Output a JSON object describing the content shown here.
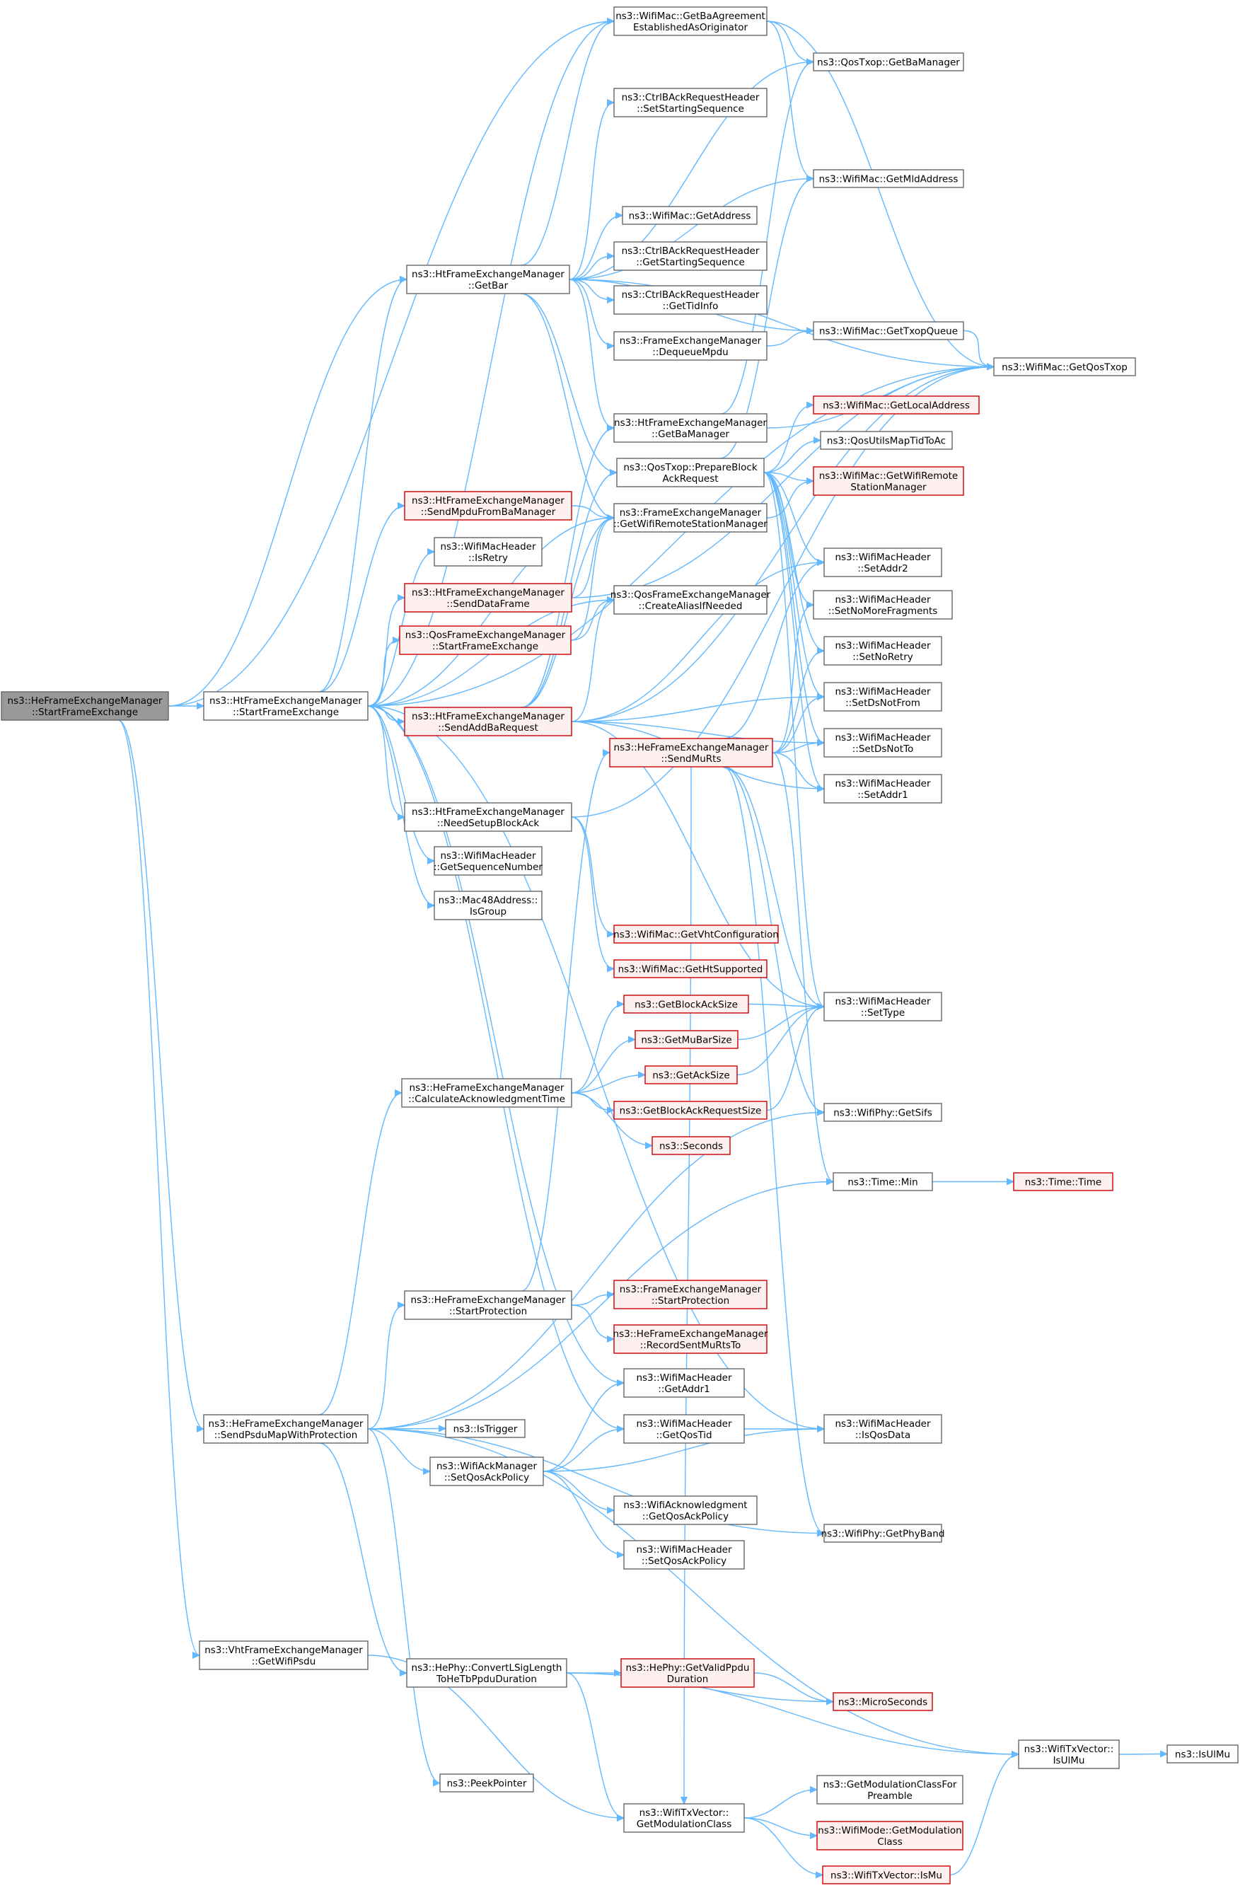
{
  "diagram": {
    "nodes": [
      {
        "id": "n0",
        "lines": [
          "ns3::HeFrameExchangeManager",
          "::StartFrameExchange"
        ],
        "style": "root"
      },
      {
        "id": "n1",
        "lines": [
          "ns3::HtFrameExchangeManager",
          "::StartFrameExchange"
        ],
        "style": "plain"
      },
      {
        "id": "n2",
        "lines": [
          "ns3::HeFrameExchangeManager",
          "::SendPsduMapWithProtection"
        ],
        "style": "plain"
      },
      {
        "id": "n3",
        "lines": [
          "ns3::VhtFrameExchangeManager",
          "::GetWifiPsdu"
        ],
        "style": "plain"
      },
      {
        "id": "n4",
        "lines": [
          "ns3::WifiMac::GetBaAgreement",
          "EstablishedAsOriginator"
        ],
        "style": "plain"
      },
      {
        "id": "n5",
        "lines": [
          "ns3::HtFrameExchangeManager",
          "::GetBar"
        ],
        "style": "plain"
      },
      {
        "id": "n6",
        "lines": [
          "ns3::HtFrameExchangeManager",
          "::SendMpduFromBaManager"
        ],
        "style": "red"
      },
      {
        "id": "n7",
        "lines": [
          "ns3::WifiMacHeader",
          "::IsRetry"
        ],
        "style": "plain"
      },
      {
        "id": "n8",
        "lines": [
          "ns3::HtFrameExchangeManager",
          "::SendDataFrame"
        ],
        "style": "red"
      },
      {
        "id": "n9",
        "lines": [
          "ns3::QosFrameExchangeManager",
          "::StartFrameExchange"
        ],
        "style": "red"
      },
      {
        "id": "n10",
        "lines": [
          "ns3::HtFrameExchangeManager",
          "::SendAddBaRequest"
        ],
        "style": "red"
      },
      {
        "id": "n11",
        "lines": [
          "ns3::HtFrameExchangeManager",
          "::NeedSetupBlockAck"
        ],
        "style": "plain"
      },
      {
        "id": "n12",
        "lines": [
          "ns3::WifiMacHeader",
          "::GetSequenceNumber"
        ],
        "style": "plain"
      },
      {
        "id": "n13",
        "lines": [
          "ns3::Mac48Address::",
          "IsGroup"
        ],
        "style": "plain"
      },
      {
        "id": "n14",
        "lines": [
          "ns3::CtrlBAckRequestHeader",
          "::SetStartingSequence"
        ],
        "style": "plain"
      },
      {
        "id": "n15",
        "lines": [
          "ns3::WifiMac::GetAddress"
        ],
        "style": "plain"
      },
      {
        "id": "n16",
        "lines": [
          "ns3::CtrlBAckRequestHeader",
          "::GetStartingSequence"
        ],
        "style": "plain"
      },
      {
        "id": "n17",
        "lines": [
          "ns3::CtrlBAckRequestHeader",
          "::GetTidInfo"
        ],
        "style": "plain"
      },
      {
        "id": "n18",
        "lines": [
          "ns3::FrameExchangeManager",
          "::DequeueMpdu"
        ],
        "style": "plain"
      },
      {
        "id": "n19",
        "lines": [
          "ns3::HtFrameExchangeManager",
          "::GetBaManager"
        ],
        "style": "plain"
      },
      {
        "id": "n20",
        "lines": [
          "ns3::QosTxop::PrepareBlock",
          "AckRequest"
        ],
        "style": "plain"
      },
      {
        "id": "n21",
        "lines": [
          "ns3::FrameExchangeManager",
          "::GetWifiRemoteStationManager"
        ],
        "style": "plain"
      },
      {
        "id": "n22",
        "lines": [
          "ns3::QosFrameExchangeManager",
          "::CreateAliasIfNeeded"
        ],
        "style": "plain"
      },
      {
        "id": "n23",
        "lines": [
          "ns3::HeFrameExchangeManager",
          "::SendMuRts"
        ],
        "style": "red"
      },
      {
        "id": "n24",
        "lines": [
          "ns3::WifiMac::GetVhtConfiguration"
        ],
        "style": "red"
      },
      {
        "id": "n25",
        "lines": [
          "ns3::WifiMac::GetHtSupported"
        ],
        "style": "red"
      },
      {
        "id": "n26",
        "lines": [
          "ns3::HeFrameExchangeManager",
          "::CalculateAcknowledgmentTime"
        ],
        "style": "plain"
      },
      {
        "id": "n27",
        "lines": [
          "ns3::GetBlockAckSize"
        ],
        "style": "red"
      },
      {
        "id": "n28",
        "lines": [
          "ns3::GetMuBarSize"
        ],
        "style": "red"
      },
      {
        "id": "n29",
        "lines": [
          "ns3::GetAckSize"
        ],
        "style": "red"
      },
      {
        "id": "n30",
        "lines": [
          "ns3::GetBlockAckRequestSize"
        ],
        "style": "red"
      },
      {
        "id": "n31",
        "lines": [
          "ns3::Seconds"
        ],
        "style": "red"
      },
      {
        "id": "n32",
        "lines": [
          "ns3::HeFrameExchangeManager",
          "::StartProtection"
        ],
        "style": "plain"
      },
      {
        "id": "n33",
        "lines": [
          "ns3::FrameExchangeManager",
          "::StartProtection"
        ],
        "style": "red"
      },
      {
        "id": "n34",
        "lines": [
          "ns3::HeFrameExchangeManager",
          "::RecordSentMuRtsTo"
        ],
        "style": "red"
      },
      {
        "id": "n35",
        "lines": [
          "ns3::WifiMacHeader",
          "::GetAddr1"
        ],
        "style": "plain"
      },
      {
        "id": "n36",
        "lines": [
          "ns3::IsTrigger"
        ],
        "style": "plain"
      },
      {
        "id": "n37",
        "lines": [
          "ns3::WifiMacHeader",
          "::GetQosTid"
        ],
        "style": "plain"
      },
      {
        "id": "n38",
        "lines": [
          "ns3::WifiAckManager",
          "::SetQosAckPolicy"
        ],
        "style": "plain"
      },
      {
        "id": "n39",
        "lines": [
          "ns3::WifiAcknowledgment",
          "::GetQosAckPolicy"
        ],
        "style": "plain"
      },
      {
        "id": "n40",
        "lines": [
          "ns3::WifiMacHeader",
          "::SetQosAckPolicy"
        ],
        "style": "plain"
      },
      {
        "id": "n41",
        "lines": [
          "ns3::HePhy::ConvertLSigLength",
          "ToHeTbPpduDuration"
        ],
        "style": "plain"
      },
      {
        "id": "n42",
        "lines": [
          "ns3::HePhy::GetValidPpdu",
          "Duration"
        ],
        "style": "red"
      },
      {
        "id": "n43",
        "lines": [
          "ns3::PeekPointer"
        ],
        "style": "plain"
      },
      {
        "id": "n44",
        "lines": [
          "ns3::WifiTxVector::",
          "GetModulationClass"
        ],
        "style": "plain"
      },
      {
        "id": "n45",
        "lines": [
          "ns3::QosTxop::GetBaManager"
        ],
        "style": "plain"
      },
      {
        "id": "n46",
        "lines": [
          "ns3::WifiMac::GetMldAddress"
        ],
        "style": "plain"
      },
      {
        "id": "n47",
        "lines": [
          "ns3::WifiMac::GetTxopQueue"
        ],
        "style": "plain"
      },
      {
        "id": "n48",
        "lines": [
          "ns3::WifiMac::GetLocalAddress"
        ],
        "style": "red"
      },
      {
        "id": "n49",
        "lines": [
          "ns3::QosUtilsMapTidToAc"
        ],
        "style": "plain"
      },
      {
        "id": "n50",
        "lines": [
          "ns3::WifiMac::GetWifiRemote",
          "StationManager"
        ],
        "style": "red"
      },
      {
        "id": "n51",
        "lines": [
          "ns3::WifiMacHeader",
          "::SetAddr2"
        ],
        "style": "plain"
      },
      {
        "id": "n52",
        "lines": [
          "ns3::WifiMacHeader",
          "::SetNoMoreFragments"
        ],
        "style": "plain"
      },
      {
        "id": "n53",
        "lines": [
          "ns3::WifiMacHeader",
          "::SetNoRetry"
        ],
        "style": "plain"
      },
      {
        "id": "n54",
        "lines": [
          "ns3::WifiMacHeader",
          "::SetDsNotFrom"
        ],
        "style": "plain"
      },
      {
        "id": "n55",
        "lines": [
          "ns3::WifiMacHeader",
          "::SetDsNotTo"
        ],
        "style": "plain"
      },
      {
        "id": "n56",
        "lines": [
          "ns3::WifiMacHeader",
          "::SetAddr1"
        ],
        "style": "plain"
      },
      {
        "id": "n57",
        "lines": [
          "ns3::WifiMacHeader",
          "::SetType"
        ],
        "style": "plain"
      },
      {
        "id": "n58",
        "lines": [
          "ns3::WifiPhy::GetSifs"
        ],
        "style": "plain"
      },
      {
        "id": "n59",
        "lines": [
          "ns3::Time::Min"
        ],
        "style": "plain"
      },
      {
        "id": "n60",
        "lines": [
          "ns3::WifiMacHeader",
          "::IsQosData"
        ],
        "style": "plain"
      },
      {
        "id": "n61",
        "lines": [
          "ns3::WifiPhy::GetPhyBand"
        ],
        "style": "plain"
      },
      {
        "id": "n62",
        "lines": [
          "ns3::MicroSeconds"
        ],
        "style": "red"
      },
      {
        "id": "n63",
        "lines": [
          "ns3::WifiTxVector::",
          "IsUlMu"
        ],
        "style": "plain"
      },
      {
        "id": "n64",
        "lines": [
          "ns3::GetModulationClassFor",
          "Preamble"
        ],
        "style": "plain"
      },
      {
        "id": "n65",
        "lines": [
          "ns3::WifiMode::GetModulation",
          "Class"
        ],
        "style": "red"
      },
      {
        "id": "n66",
        "lines": [
          "ns3::WifiTxVector::IsMu"
        ],
        "style": "red"
      },
      {
        "id": "n67",
        "lines": [
          "ns3::GetQosTxop"
        ],
        "style": "plain",
        "display": "ns3::WifiMac::GetQosTxop"
      },
      {
        "id": "n68",
        "lines": [
          "ns3::Time::Time"
        ],
        "style": "red"
      },
      {
        "id": "n69",
        "lines": [
          "ns3::IsUlMu"
        ],
        "style": "plain"
      }
    ],
    "edges": [
      [
        "n0",
        "n1"
      ],
      [
        "n0",
        "n2"
      ],
      [
        "n0",
        "n3"
      ],
      [
        "n0",
        "n4"
      ],
      [
        "n0",
        "n5"
      ],
      [
        "n1",
        "n4"
      ],
      [
        "n1",
        "n5"
      ],
      [
        "n1",
        "n6"
      ],
      [
        "n1",
        "n7"
      ],
      [
        "n1",
        "n8"
      ],
      [
        "n1",
        "n9"
      ],
      [
        "n1",
        "n10"
      ],
      [
        "n1",
        "n11"
      ],
      [
        "n1",
        "n12"
      ],
      [
        "n1",
        "n13"
      ],
      [
        "n1",
        "n21"
      ],
      [
        "n1",
        "n22"
      ],
      [
        "n1",
        "n35"
      ],
      [
        "n1",
        "n37"
      ],
      [
        "n1",
        "n60"
      ],
      [
        "n1",
        "n67"
      ],
      [
        "n5",
        "n4"
      ],
      [
        "n5",
        "n14"
      ],
      [
        "n5",
        "n15"
      ],
      [
        "n5",
        "n16"
      ],
      [
        "n5",
        "n17"
      ],
      [
        "n5",
        "n18"
      ],
      [
        "n5",
        "n19"
      ],
      [
        "n5",
        "n20"
      ],
      [
        "n5",
        "n21"
      ],
      [
        "n5",
        "n45"
      ],
      [
        "n5",
        "n46"
      ],
      [
        "n5",
        "n47"
      ],
      [
        "n5",
        "n67"
      ],
      [
        "n4",
        "n45"
      ],
      [
        "n4",
        "n46"
      ],
      [
        "n4",
        "n67"
      ],
      [
        "n6",
        "n21"
      ],
      [
        "n8",
        "n21"
      ],
      [
        "n8",
        "n67"
      ],
      [
        "n9",
        "n22"
      ],
      [
        "n9",
        "n21"
      ],
      [
        "n10",
        "n19"
      ],
      [
        "n10",
        "n20"
      ],
      [
        "n10",
        "n21"
      ],
      [
        "n10",
        "n22"
      ],
      [
        "n10",
        "n51"
      ],
      [
        "n10",
        "n54"
      ],
      [
        "n10",
        "n55"
      ],
      [
        "n10",
        "n56"
      ],
      [
        "n10",
        "n57"
      ],
      [
        "n10",
        "n67"
      ],
      [
        "n11",
        "n24"
      ],
      [
        "n11",
        "n25"
      ],
      [
        "n11",
        "n67"
      ],
      [
        "n18",
        "n47"
      ],
      [
        "n19",
        "n45"
      ],
      [
        "n19",
        "n67"
      ],
      [
        "n20",
        "n46"
      ],
      [
        "n20",
        "n48"
      ],
      [
        "n20",
        "n49"
      ],
      [
        "n20",
        "n50"
      ],
      [
        "n20",
        "n51"
      ],
      [
        "n20",
        "n52"
      ],
      [
        "n20",
        "n53"
      ],
      [
        "n20",
        "n54"
      ],
      [
        "n20",
        "n55"
      ],
      [
        "n20",
        "n56"
      ],
      [
        "n20",
        "n57"
      ],
      [
        "n21",
        "n50"
      ],
      [
        "n47",
        "n67"
      ],
      [
        "n23",
        "n51"
      ],
      [
        "n23",
        "n52"
      ],
      [
        "n23",
        "n53"
      ],
      [
        "n23",
        "n54"
      ],
      [
        "n23",
        "n55"
      ],
      [
        "n23",
        "n56"
      ],
      [
        "n23",
        "n57"
      ],
      [
        "n23",
        "n58"
      ],
      [
        "n23",
        "n59"
      ],
      [
        "n23",
        "n61"
      ],
      [
        "n23",
        "n44"
      ],
      [
        "n26",
        "n27"
      ],
      [
        "n26",
        "n28"
      ],
      [
        "n26",
        "n29"
      ],
      [
        "n26",
        "n30"
      ],
      [
        "n26",
        "n31"
      ],
      [
        "n27",
        "n57"
      ],
      [
        "n28",
        "n57"
      ],
      [
        "n29",
        "n57"
      ],
      [
        "n30",
        "n57"
      ],
      [
        "n32",
        "n23"
      ],
      [
        "n32",
        "n33"
      ],
      [
        "n32",
        "n34"
      ],
      [
        "n2",
        "n26"
      ],
      [
        "n2",
        "n32"
      ],
      [
        "n2",
        "n36"
      ],
      [
        "n2",
        "n38"
      ],
      [
        "n2",
        "n41"
      ],
      [
        "n2",
        "n43"
      ],
      [
        "n2",
        "n58"
      ],
      [
        "n2",
        "n59"
      ],
      [
        "n2",
        "n61"
      ],
      [
        "n2",
        "n63"
      ],
      [
        "n38",
        "n35"
      ],
      [
        "n38",
        "n37"
      ],
      [
        "n38",
        "n39"
      ],
      [
        "n38",
        "n40"
      ],
      [
        "n38",
        "n60"
      ],
      [
        "n37",
        "n60"
      ],
      [
        "n41",
        "n42"
      ],
      [
        "n41",
        "n44"
      ],
      [
        "n41",
        "n62"
      ],
      [
        "n41",
        "n63"
      ],
      [
        "n42",
        "n62"
      ],
      [
        "n3",
        "n44"
      ],
      [
        "n44",
        "n64"
      ],
      [
        "n44",
        "n65"
      ],
      [
        "n44",
        "n66"
      ],
      [
        "n66",
        "n63"
      ],
      [
        "n59",
        "n68"
      ],
      [
        "n63",
        "n69"
      ]
    ]
  }
}
